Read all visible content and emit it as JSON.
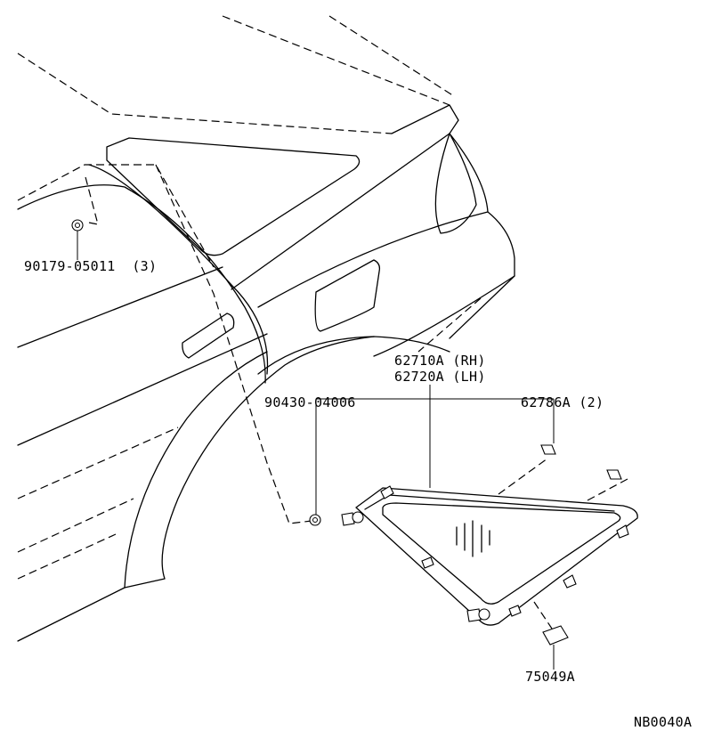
{
  "diagram_id": "NB0040A",
  "parts": {
    "clip_nut_top": {
      "number": "90179-05011",
      "qty": "(3)"
    },
    "quarter_window_rh": {
      "number": "62710A",
      "side": "(RH)"
    },
    "quarter_window_lh": {
      "number": "62720A",
      "side": "(LH)"
    },
    "nut_retainer": {
      "number": "90430-04006"
    },
    "clip_upper": {
      "number": "62786A",
      "qty": "(2)"
    },
    "clip_lower": {
      "number": "75049A"
    }
  }
}
